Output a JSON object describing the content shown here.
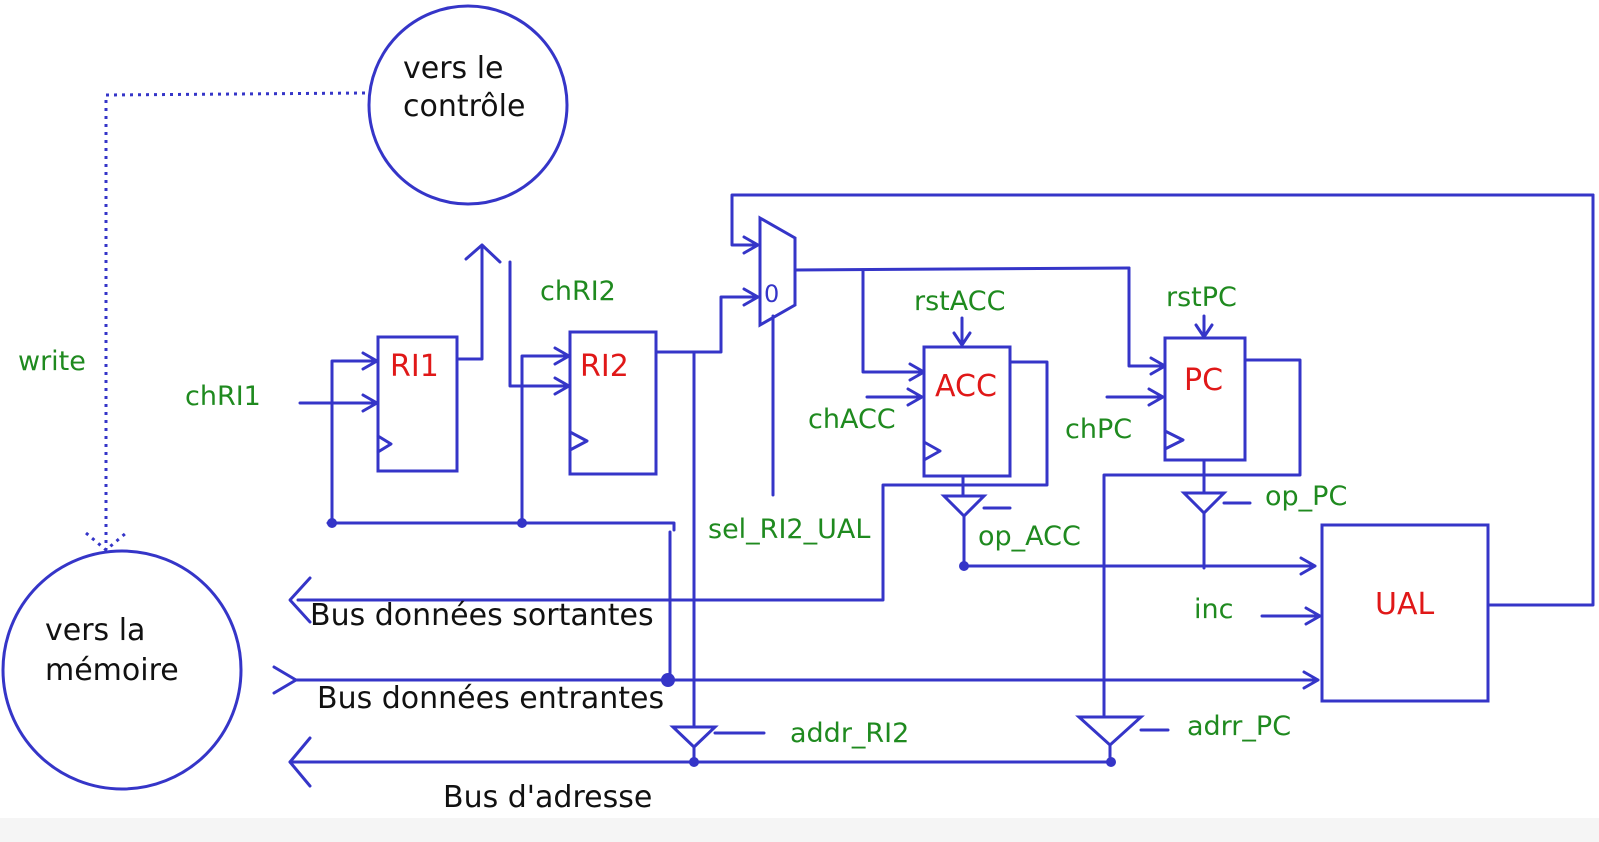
{
  "colors": {
    "wire": "#3535c8",
    "signal": "#1f8a1f",
    "register": "#e01818",
    "text": "#111111"
  },
  "nodes": {
    "control": [
      "vers le",
      "contrôle"
    ],
    "memory": [
      "vers la",
      "mémoire"
    ],
    "ri1": "RI1",
    "ri2": "RI2",
    "acc": "ACC",
    "pc": "PC",
    "ual": "UAL",
    "mux_zero": "0"
  },
  "signals": {
    "write": "write",
    "chRI1": "chRI1",
    "chRI2": "chRI2",
    "rstACC": "rstACC",
    "chACC": "chACC",
    "rstPC": "rstPC",
    "chPC": "chPC",
    "sel_RI2_UAL": "sel_RI2_UAL",
    "op_ACC": "op_ACC",
    "op_PC": "op_PC",
    "inc": "inc",
    "addr_RI2": "addr_RI2",
    "adrr_PC": "adrr_PC"
  },
  "buses": {
    "out": "Bus données sortantes",
    "in": "Bus données entrantes",
    "addr": "Bus d'adresse"
  }
}
